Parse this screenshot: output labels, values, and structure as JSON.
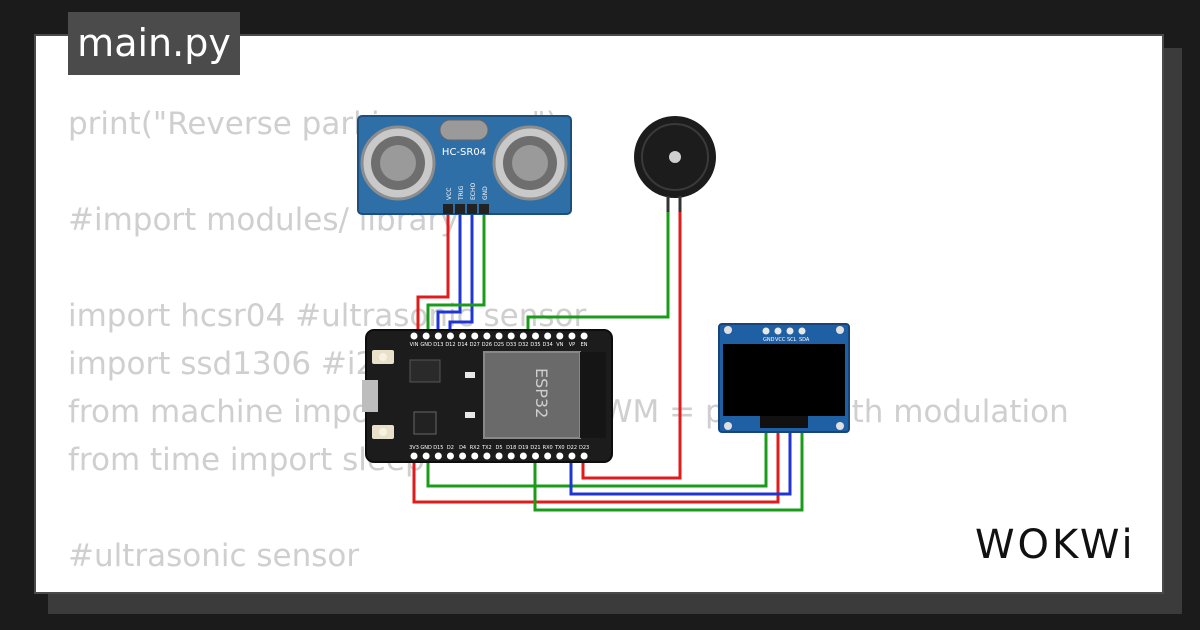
{
  "editor": {
    "tab_title": "main.py",
    "code_lines": [
      "print(\"Reverse parking sensor\")",
      "",
      "#import modules/ library",
      "",
      "import hcsr04 #ultrasonic sensor",
      "import ssd1306 #i2c oled",
      "from machine import Pin, PWM #PWM = pulse width modulation",
      "from time import sleep",
      "",
      "#ultrasonic sensor"
    ]
  },
  "components": {
    "ultrasonic": {
      "label": "HC-SR04",
      "pins": [
        "VCC",
        "TRIG",
        "ECHO",
        "GND"
      ]
    },
    "esp32": {
      "label": "ESP32",
      "top_pins": [
        "VIN",
        "GND",
        "D13",
        "D12",
        "D14",
        "D27",
        "D26",
        "D25",
        "D33",
        "D32",
        "D35",
        "D34",
        "VN",
        "VP",
        "EN"
      ],
      "bottom_pins": [
        "3V3",
        "GND",
        "D15",
        "D2",
        "D4",
        "RX2",
        "TX2",
        "D5",
        "D18",
        "D19",
        "D21",
        "RX0",
        "TX0",
        "D22",
        "D23"
      ]
    },
    "oled": {
      "pins": [
        "GND",
        "VCC",
        "SCL",
        "SDA"
      ]
    },
    "buzzer": {}
  },
  "wires": {
    "red": "#e11b1b",
    "green": "#1a9c1a",
    "blue": "#1f35d6",
    "board": "#1f5fa3"
  },
  "brand": {
    "logo_text": "WOKWi"
  }
}
